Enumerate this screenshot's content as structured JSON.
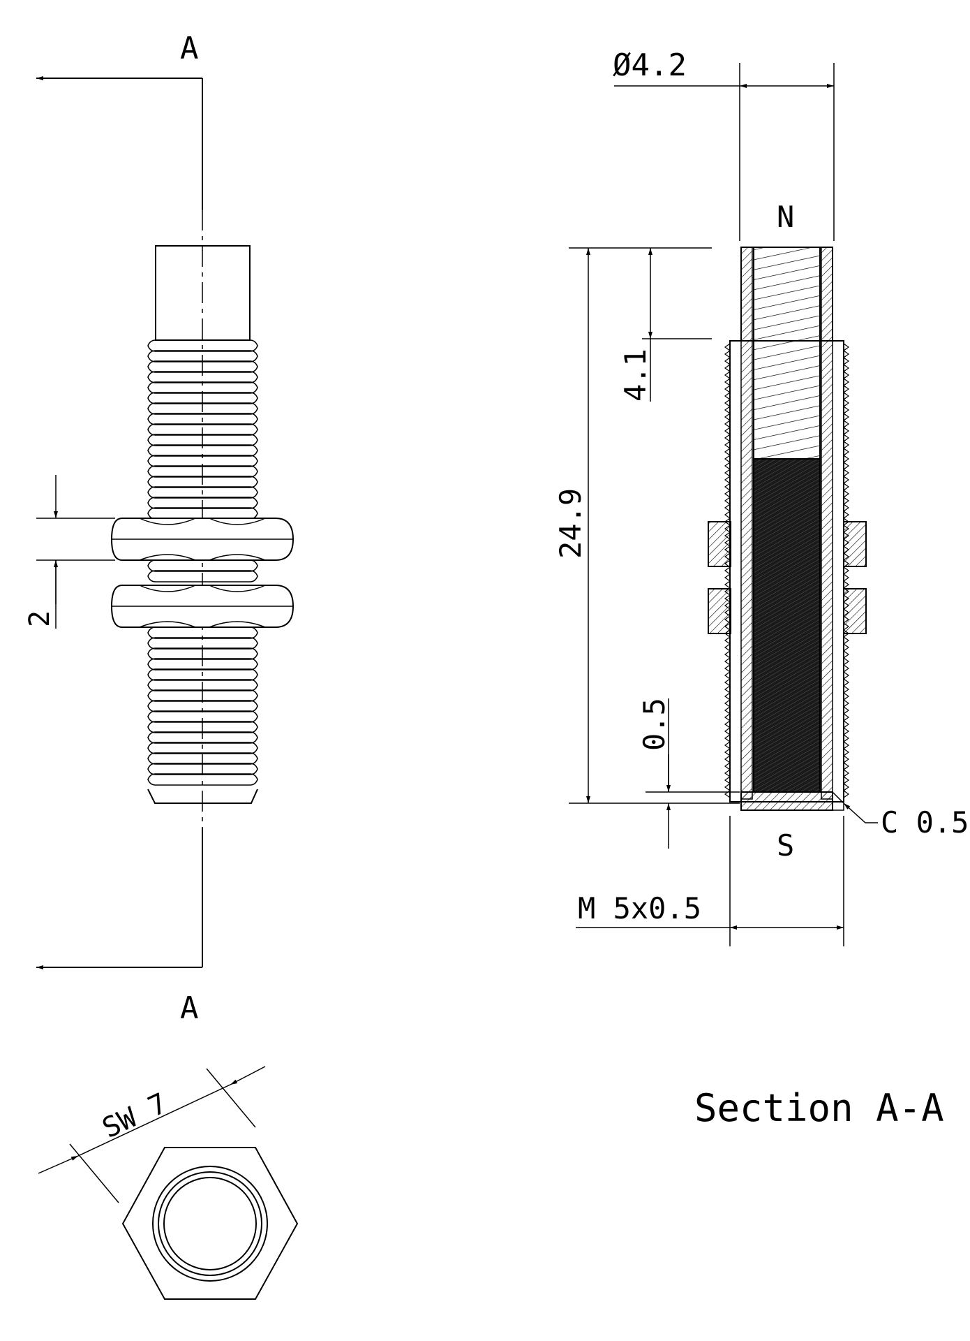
{
  "colors": {
    "line": "#000000",
    "background": "#ffffff",
    "magnet_fill": "#1a1a1a"
  },
  "labels": {
    "section_mark_top": "A",
    "section_mark_bottom": "A",
    "section_title": "Section A-A",
    "pole_north": "N",
    "pole_south": "S"
  },
  "dimensions": {
    "diameter": "Ø4.2",
    "top_depth": "4.1",
    "overall_length": "24.9",
    "bottom_offset": "0.5",
    "chamfer": "C 0.5",
    "thread": "M 5x0.5",
    "nut_thickness": "2",
    "wrench_size": "SW 7"
  }
}
